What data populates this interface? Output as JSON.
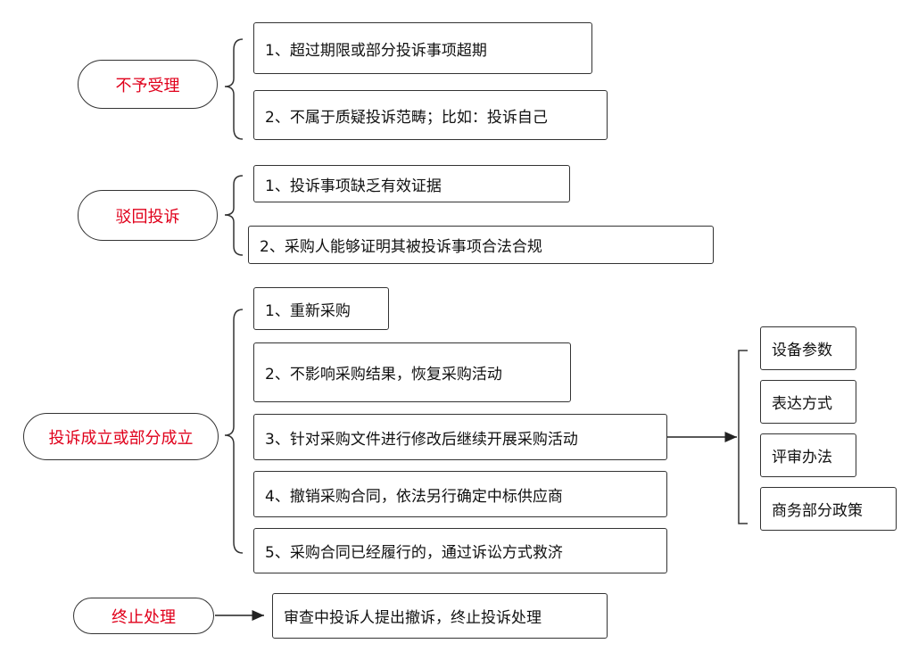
{
  "categories": [
    {
      "label": "不予受理",
      "items": [
        "1、超过期限或部分投诉事项超期",
        "2、不属于质疑投诉范畴；比如：投诉自己"
      ]
    },
    {
      "label": "驳回投诉",
      "items": [
        "1、投诉事项缺乏有效证据",
        "2、采购人能够证明其被投诉事项合法合规"
      ]
    },
    {
      "label": "投诉成立或部分成立",
      "items": [
        "1、重新采购",
        "2、不影响采购结果，恢复采购活动",
        "3、针对采购文件进行修改后继续开展采购活动",
        "4、撤销采购合同，依法另行确定中标供应商",
        "5、采购合同已经履行的，通过诉讼方式救济"
      ]
    },
    {
      "label": "终止处理",
      "items": [
        "审查中投诉人提出撤诉，终止投诉处理"
      ]
    }
  ],
  "modify_targets": [
    "设备参数",
    "表达方式",
    "评审办法",
    "商务部分政策"
  ],
  "colors": {
    "category_text": "#e0001b",
    "border": "#333333"
  }
}
